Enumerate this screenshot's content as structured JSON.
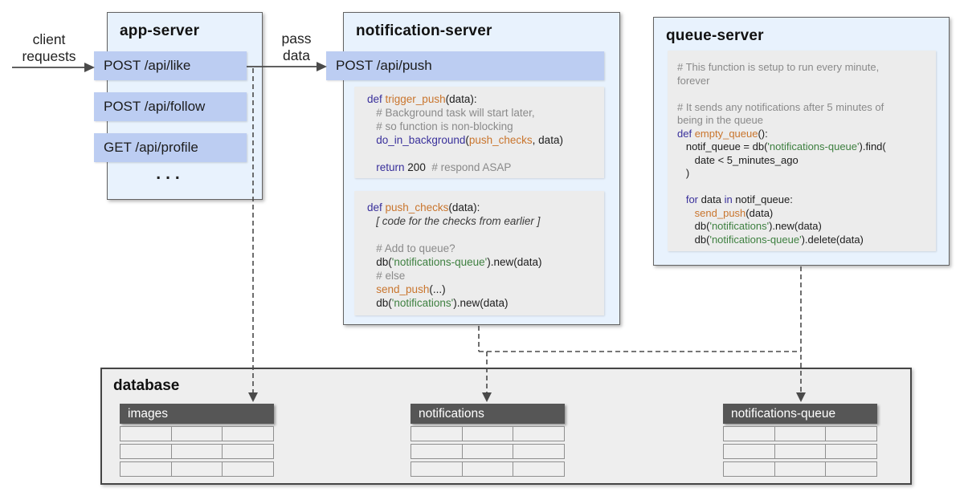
{
  "labels": {
    "client_requests": [
      "client",
      "requests"
    ],
    "pass_data": [
      "pass",
      "data"
    ]
  },
  "app_server": {
    "title": "app-server",
    "endpoints": [
      "POST /api/like",
      "POST /api/follow",
      "GET /api/profile"
    ],
    "ellipsis": "..."
  },
  "notification_server": {
    "title": "notification-server",
    "endpoint": "POST /api/push",
    "code1": [
      [
        [
          "k",
          "def "
        ],
        [
          "f",
          "trigger_push"
        ],
        [
          "p",
          "(data):"
        ]
      ],
      [
        [
          "c",
          "   # Background task will start later,"
        ]
      ],
      [
        [
          "c",
          "   # so function is non-blocking"
        ]
      ],
      [
        [
          "k",
          "   do_in_background"
        ],
        [
          "p",
          "("
        ],
        [
          "f",
          "push_checks"
        ],
        [
          "p",
          ", data)"
        ]
      ],
      [],
      [
        [
          "k",
          "   return "
        ],
        [
          "p",
          "200"
        ],
        [
          "c",
          "  # respond ASAP"
        ]
      ]
    ],
    "code2": [
      [
        [
          "k",
          "def "
        ],
        [
          "f",
          "push_checks"
        ],
        [
          "p",
          "(data):"
        ]
      ],
      [
        [
          "i",
          "   [ code for the checks from earlier ]"
        ]
      ],
      [],
      [
        [
          "c",
          "   # Add to queue?"
        ]
      ],
      [
        [
          "p",
          "   db("
        ],
        [
          "s",
          "'notifications-queue'"
        ],
        [
          "p",
          ").new(data)"
        ]
      ],
      [
        [
          "c",
          "   # else"
        ]
      ],
      [
        [
          "f",
          "   send_push"
        ],
        [
          "p",
          "(...)"
        ]
      ],
      [
        [
          "p",
          "   db("
        ],
        [
          "s",
          "'notifications'"
        ],
        [
          "p",
          ").new(data)"
        ]
      ]
    ]
  },
  "queue_server": {
    "title": "queue-server",
    "code": [
      [
        [
          "c",
          "# This function is setup to run every minute,"
        ]
      ],
      [
        [
          "c",
          "forever"
        ]
      ],
      [],
      [
        [
          "c",
          "# It sends any notifications after 5 minutes of"
        ]
      ],
      [
        [
          "c",
          "being in the queue"
        ]
      ],
      [
        [
          "k",
          "def "
        ],
        [
          "f",
          "empty_queue"
        ],
        [
          "p",
          "():"
        ]
      ],
      [
        [
          "p",
          "   notif_queue = db("
        ],
        [
          "s",
          "'notifications-queue'"
        ],
        [
          "p",
          ").find("
        ]
      ],
      [
        [
          "p",
          "      date < 5_minutes_ago"
        ]
      ],
      [
        [
          "p",
          "   )"
        ]
      ],
      [],
      [
        [
          "k",
          "   for "
        ],
        [
          "p",
          "data "
        ],
        [
          "k",
          "in "
        ],
        [
          "p",
          "notif_queue:"
        ]
      ],
      [
        [
          "f",
          "      send_push"
        ],
        [
          "p",
          "(data)"
        ]
      ],
      [
        [
          "p",
          "      db("
        ],
        [
          "s",
          "'notifications'"
        ],
        [
          "p",
          ").new(data)"
        ]
      ],
      [
        [
          "p",
          "      db("
        ],
        [
          "s",
          "'notifications-queue'"
        ],
        [
          "p",
          ").delete(data)"
        ]
      ]
    ]
  },
  "database": {
    "title": "database",
    "tables": [
      {
        "name": "images"
      },
      {
        "name": "notifications"
      },
      {
        "name": "notifications-queue"
      }
    ]
  },
  "colors": {
    "server_box_fill": "#e8f2fd",
    "endpoint_row_fill": "#bccdf2",
    "code_block_fill": "#ececec",
    "database_fill": "#eeeeee",
    "table_header_fill": "#565656",
    "keyword": "#39309b",
    "function_name": "#c9752d",
    "string": "#3e8040",
    "comment": "#8a8a8a",
    "arrow": "#4a4a4a"
  }
}
